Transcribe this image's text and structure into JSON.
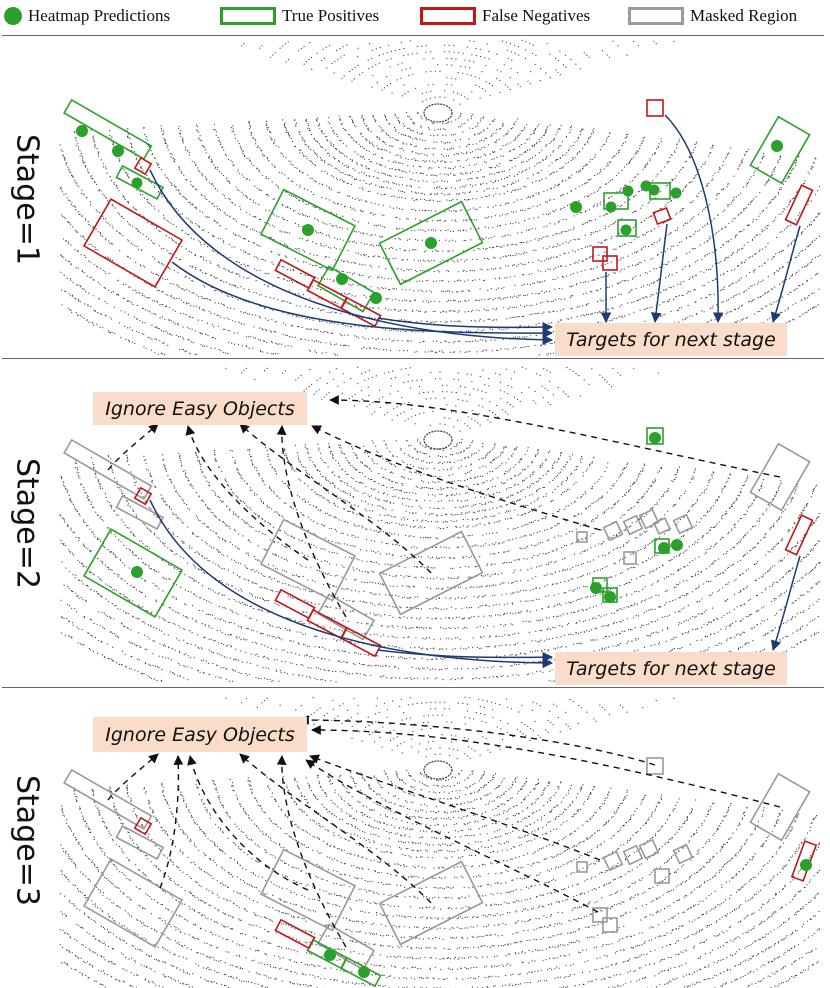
{
  "legend": {
    "heatmap": {
      "label": "Heatmap Predictions",
      "color": "#2ca02c"
    },
    "true_positive": {
      "label": "True Positives",
      "color": "#2ca02c"
    },
    "false_negative": {
      "label": "False Negatives",
      "color": "#c0171b"
    },
    "masked": {
      "label": "Masked Region",
      "color": "#999999"
    }
  },
  "stages": [
    {
      "label": "Stage=1",
      "note": "Targets for next stage"
    },
    {
      "label": "Stage=2",
      "note": "Ignore Easy Objects",
      "note2": "Targets for next stage"
    },
    {
      "label": "Stage=3",
      "note": "Ignore Easy Objects"
    }
  ],
  "colors": {
    "arrow": "#1f3b73",
    "dashed": "#111111",
    "note_bg": "#f9dcc9",
    "points": "#3a3a3a"
  }
}
